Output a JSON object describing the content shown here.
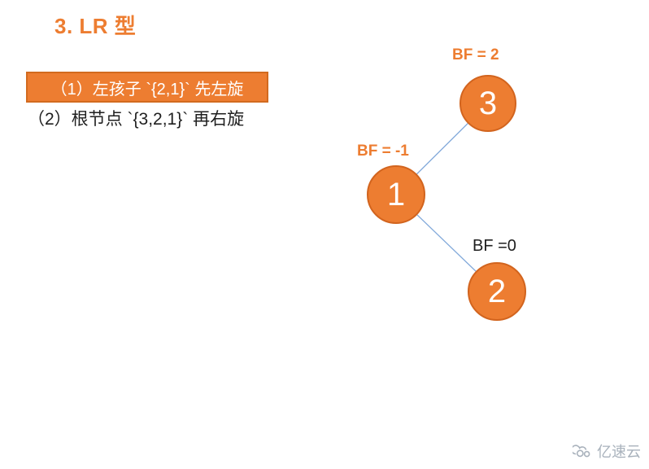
{
  "slide": {
    "title": "3. LR 型",
    "step1": "（1）左孩子 `{2,1}` 先左旋",
    "step2": "（2）根节点 `{3,2,1}` 再右旋"
  },
  "tree": {
    "nodes": [
      {
        "label": "3",
        "bf": "BF = 2"
      },
      {
        "label": "1",
        "bf": "BF = -1"
      },
      {
        "label": "2",
        "bf": "BF =0"
      }
    ],
    "edges": [
      {
        "from": "3",
        "to": "1"
      },
      {
        "from": "1",
        "to": "2"
      }
    ]
  },
  "watermark": {
    "text": "亿速云"
  },
  "colors": {
    "accent_orange": "#ED7D31",
    "box_border_orange": "#D26A1F",
    "node_border_orange": "#D2641E",
    "edge_line_blue": "#82A9DA",
    "text_black": "#1F1F1F",
    "watermark_gray": "#A9B2BC"
  }
}
